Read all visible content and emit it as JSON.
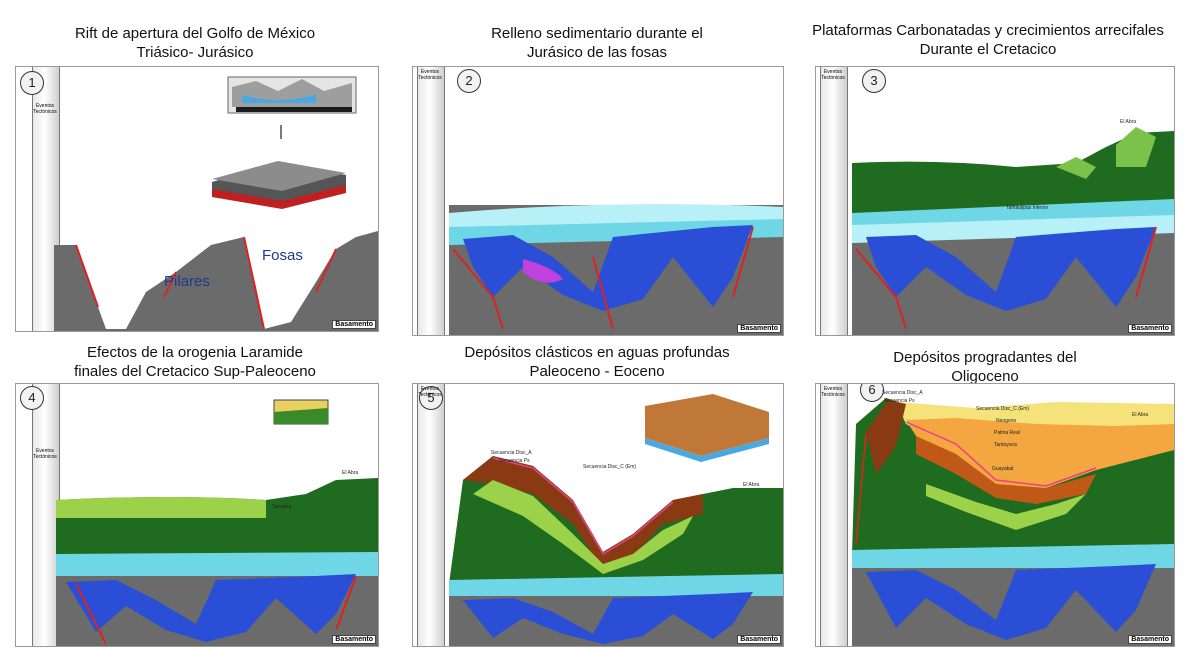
{
  "titles": [
    {
      "line1": "Rift de apertura del Golfo de México",
      "line2": "Triásico- Jurásico"
    },
    {
      "line1": "Relleno sedimentario durante el",
      "line2": "Jurásico de las fosas"
    },
    {
      "line1": "Plataformas Carbonatadas y crecimientos arrecifales",
      "line2": "Durante el Cretacico"
    },
    {
      "line1": "Efectos de la orogenia Laramide",
      "line2": "finales del Cretacico Sup-Paleoceno"
    },
    {
      "line1": "Depósitos clásticos en aguas profundas",
      "line2": "Paleoceno - Eoceno"
    },
    {
      "line1": "Depósitos progradantes del",
      "line2": "Oligoceno"
    }
  ],
  "panels": [
    {
      "number": "1",
      "basement": "Basamento",
      "events": "Eventos Tectónicos",
      "pillars": "Pilares",
      "graben": "Fosas"
    },
    {
      "number": "2",
      "basement": "Basamento",
      "events": "Eventos Tectónicos"
    },
    {
      "number": "3",
      "basement": "Basamento",
      "events": "Eventos Tectónicos",
      "reef": "El Abra",
      "tamaulipas": "Tamaulipas Inferior"
    },
    {
      "number": "4",
      "basement": "Basamento",
      "events": "Eventos Tectónicos",
      "reef": "El Abra",
      "tamabra": "Tamabra"
    },
    {
      "number": "5",
      "basement": "Basamento",
      "events": "Eventos Tectónicos",
      "reef": "El Abra",
      "seq_a": "Secuencia Disc_A",
      "seq_ps": "Secuencia Ps",
      "seq_c": "Secuencia Disc_C (Em)"
    },
    {
      "number": "6",
      "basement": "Basamento",
      "events": "Eventos Tectónicos",
      "reef": "El Abra",
      "seq_a": "Secuencia Disc_A",
      "seq_ps": "Secuencia Ps",
      "seq_c": "Secuencia Disc_C (Em)",
      "neogene": "Neogeno",
      "palma": "Palma Real",
      "tantoyuca": "Tantoyuca",
      "guayabal": "Guayabal"
    }
  ],
  "colors": {
    "basement": "#6b6b6b",
    "water": "#6fd6e6",
    "deep": "#2a4fd6",
    "green": "#1f6b1f",
    "light_green": "#9bd24a",
    "brown": "#8a3a12",
    "orange": "#f4a640",
    "yellow": "#f6e27a"
  }
}
